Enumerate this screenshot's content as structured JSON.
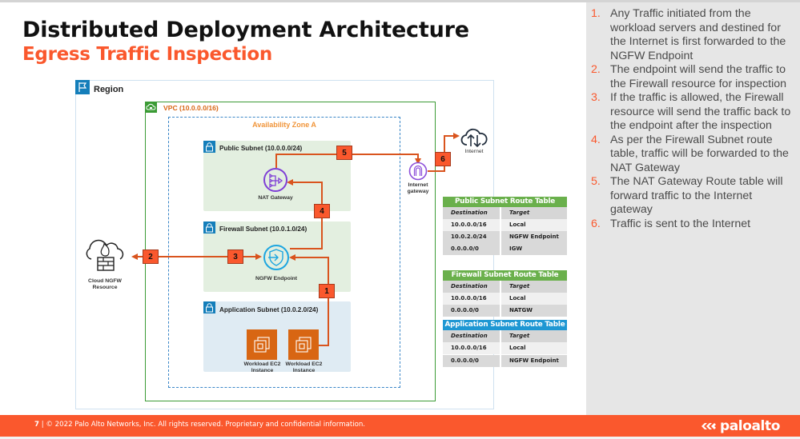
{
  "slide": {
    "title": "Distributed Deployment Architecture",
    "subtitle": "Egress Traffic Inspection",
    "accent_color": "#fa582d"
  },
  "diagram": {
    "region_label": "Region",
    "vpc_label": "VPC (10.0.0.0/16)",
    "az_label": "Availability Zone A",
    "subnets": {
      "public": "Public Subnet (10.0.0.0/24)",
      "firewall": "Firewall Subnet (10.0.1.0/24)",
      "application": "Application Subnet  (10.0.2.0/24)"
    },
    "nodes": {
      "nat_gateway": "NAT Gateway",
      "ngfw_endpoint": "NGFW Endpoint",
      "ec2_1": [
        "Workload EC2",
        "Instance"
      ],
      "ec2_2": [
        "Workload EC2",
        "Instance"
      ],
      "internet_gateway": [
        "Internet",
        "gateway"
      ],
      "internet": "Internet",
      "cloud_ngfw": [
        "Cloud NGFW",
        "Resource"
      ]
    },
    "steps": [
      "1",
      "2",
      "3",
      "4",
      "5",
      "6"
    ]
  },
  "route_tables": [
    {
      "title": "Public Subnet Route Table",
      "color": "#6ab04c",
      "headers": [
        "Destination",
        "Target"
      ],
      "rows": [
        [
          "10.0.0.0/16",
          "Local"
        ],
        [
          "10.0.2.0/24",
          "NGFW Endpoint"
        ],
        [
          "0.0.0.0/0",
          "IGW"
        ]
      ]
    },
    {
      "title": "Firewall Subnet Route Table",
      "color": "#6ab04c",
      "headers": [
        "Destination",
        "Target"
      ],
      "rows": [
        [
          "10.0.0.0/16",
          "Local"
        ],
        [
          "0.0.0.0/0",
          "NATGW"
        ]
      ]
    },
    {
      "title": "Application Subnet Route Table",
      "color": "#1e97d3",
      "headers": [
        "Destination",
        "Target"
      ],
      "rows": [
        [
          "10.0.0.0/16",
          "Local"
        ],
        [
          "0.0.0.0/0",
          "NGFW Endpoint"
        ]
      ]
    }
  ],
  "notes": [
    {
      "num": "1.",
      "lines": [
        "Any Traffic initiated from the",
        "workload servers and destined for",
        "the Internet is first forwarded to the",
        "NGFW Endpoint"
      ]
    },
    {
      "num": "2.",
      "lines": [
        "The endpoint will send the traffic to",
        "the Firewall resource for inspection"
      ]
    },
    {
      "num": "3.",
      "lines": [
        "If the traffic is allowed, the Firewall",
        "resource will send the traffic back to",
        "the endpoint after the inspection"
      ]
    },
    {
      "num": "4.",
      "lines": [
        "As per the Firewall Subnet route",
        "table, traffic will be forwarded to the",
        "NAT Gateway"
      ]
    },
    {
      "num": "5.",
      "lines": [
        "The NAT Gateway Route table will",
        "forward traffic to the Internet",
        "gateway"
      ]
    },
    {
      "num": "6.",
      "lines": [
        "Traffic is sent to the Internet"
      ]
    }
  ],
  "footer": {
    "page": "7",
    "separator": "|",
    "text": "© 2022 Palo Alto Networks, Inc. All rights reserved. Proprietary and confidential information.",
    "logo_text": "paloalto"
  }
}
